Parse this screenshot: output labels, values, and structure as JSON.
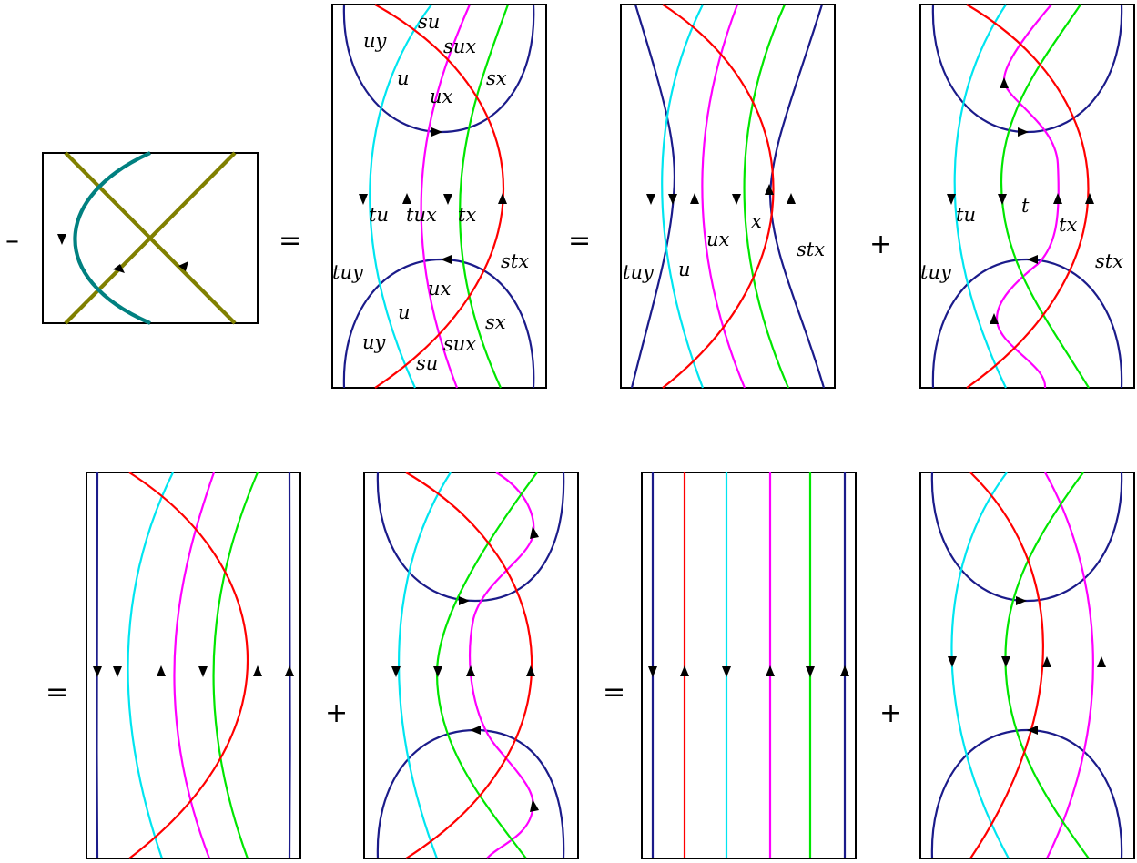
{
  "colors": {
    "navy": "#1b1b8a",
    "cyan": "#00e5f0",
    "magenta": "#ff00ff",
    "green": "#00e600",
    "red": "#ff0000",
    "teal": "#008080",
    "olive": "#808000",
    "frame": "#000000"
  },
  "operators": {
    "minus": "–",
    "eq": "=",
    "plus": "+"
  },
  "labels": {
    "p1_top": [
      "su",
      "uy",
      "sux",
      "sx",
      "u",
      "ux"
    ],
    "p1_mid": [
      "tu",
      "tux",
      "tx"
    ],
    "p1_bot": [
      "stx",
      "tuy",
      "ux",
      "u",
      "sx",
      "uy",
      "sux",
      "su"
    ],
    "p2": [
      "x",
      "ux",
      "stx",
      "tuy",
      "u"
    ],
    "p3": [
      "tu",
      "t",
      "tx",
      "stx",
      "tuy"
    ]
  }
}
